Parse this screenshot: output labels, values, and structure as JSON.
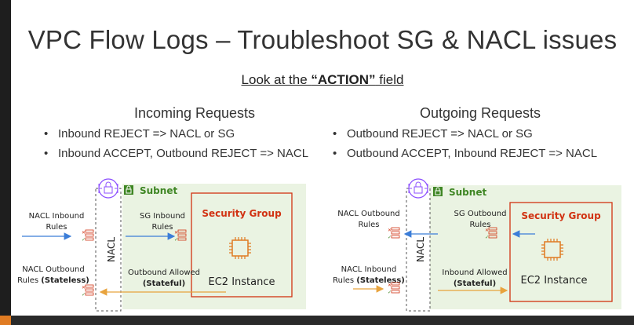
{
  "slide": {
    "title": "VPC Flow Logs – Troubleshoot SG & NACL issues",
    "subtitle_prefix": "Look at the ",
    "subtitle_emph": "“ACTION”",
    "subtitle_suffix": " field"
  },
  "incoming": {
    "heading": "Incoming Requests",
    "bullets": [
      "Inbound REJECT => NACL or SG",
      "Inbound ACCEPT, Outbound REJECT => NACL"
    ]
  },
  "outgoing": {
    "heading": "Outgoing Requests",
    "bullets": [
      "Outbound REJECT => NACL or SG",
      "Outbound ACCEPT, Inbound REJECT => NACL"
    ]
  },
  "diagram_left": {
    "subnet_label": "Subnet",
    "nacl_label": "NACL",
    "sg_label": "Security Group",
    "ec2_label": "EC2 Instance",
    "nacl_top_line1": "NACL Inbound",
    "nacl_top_line2": "Rules",
    "sg_rules_line1": "SG Inbound",
    "sg_rules_line2": "Rules",
    "nacl_bottom_line1": "NACL Outbound",
    "nacl_bottom_line2_prefix": "Rules ",
    "nacl_bottom_line2_bold": "(Stateless)",
    "return_line1": "Outbound Allowed",
    "return_line2": "(Stateful)"
  },
  "diagram_right": {
    "subnet_label": "Subnet",
    "nacl_label": "NACL",
    "sg_label": "Security Group",
    "ec2_label": "EC2 Instance",
    "nacl_top_line1": "NACL Outbound",
    "nacl_top_line2": "Rules",
    "sg_rules_line1": "SG Outbound",
    "sg_rules_line2": "Rules",
    "nacl_bottom_line1": "NACL Inbound",
    "nacl_bottom_line2_prefix": "Rules ",
    "nacl_bottom_line2_bold": "(Stateless)",
    "return_line1": "Inbound Allowed",
    "return_line2": "(Stateful)"
  },
  "colors": {
    "subnet_fill": "#eaf3e2",
    "subnet_green": "#3f8624",
    "sg_red": "#d13212",
    "nacl_purple": "#8c4fff",
    "arrow_blue": "#3b7dd8",
    "arrow_orange": "#e8a33d",
    "chip_orange": "#e07b22"
  }
}
